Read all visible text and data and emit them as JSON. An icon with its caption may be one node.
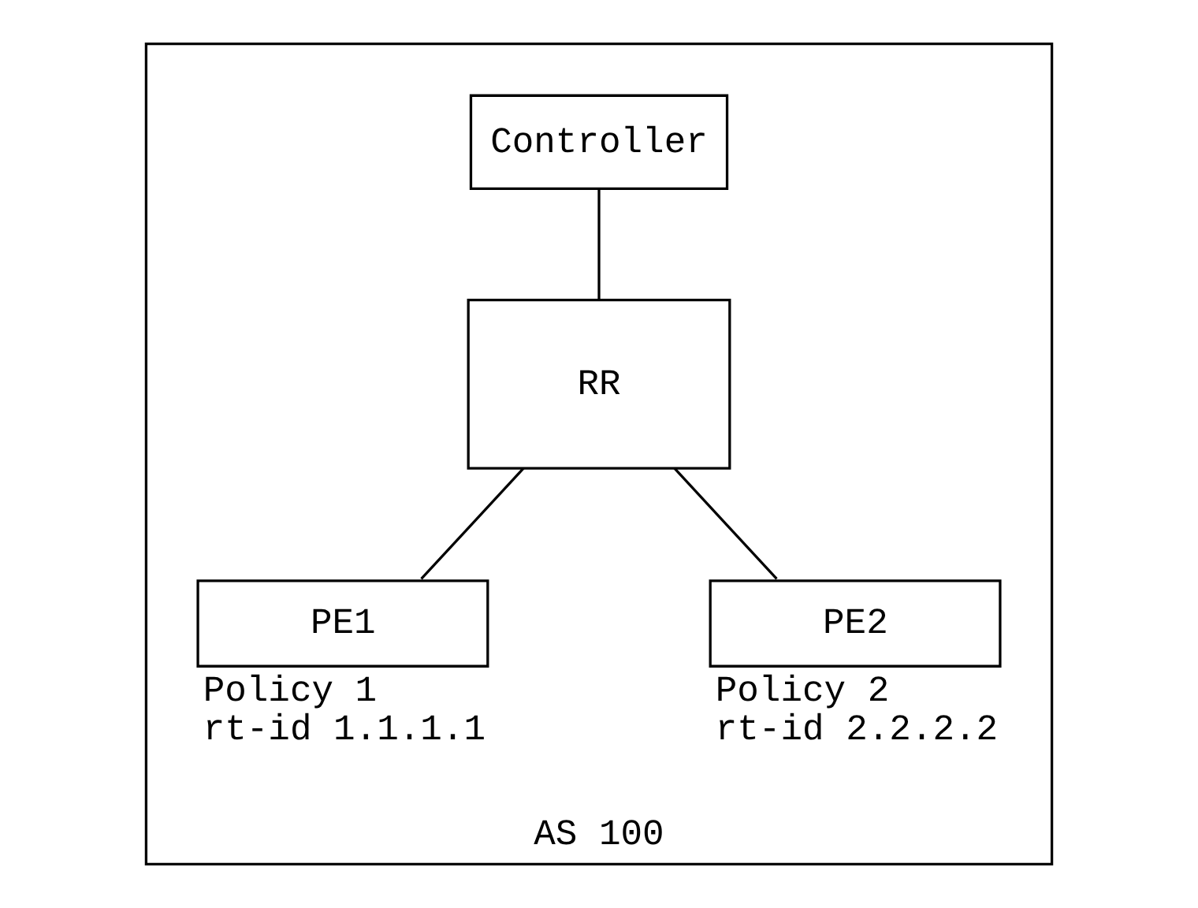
{
  "diagram": {
    "nodes": [
      {
        "text": [
          "AS 100"
        ]
      },
      {
        "text": [
          "Controller"
        ],
        "in": 0
      },
      {
        "text": [
          "RR"
        ],
        "in": 0
      },
      {
        "text": [
          "PE1"
        ],
        "in": 0,
        "beside": [
          "Policy 1",
          "rt-id 1.1.1.1"
        ]
      },
      {
        "text": [
          "PE2"
        ],
        "in": 0,
        "beside": [
          "Policy 2",
          "rt-id 2.2.2.2"
        ]
      }
    ],
    "edges": [
      {
        "from": 1,
        "to": 2,
        "arrow": "none"
      },
      {
        "from": 2,
        "to": 3,
        "arrow": "none"
      },
      {
        "from": 2,
        "to": 4,
        "arrow": "none"
      }
    ]
  }
}
